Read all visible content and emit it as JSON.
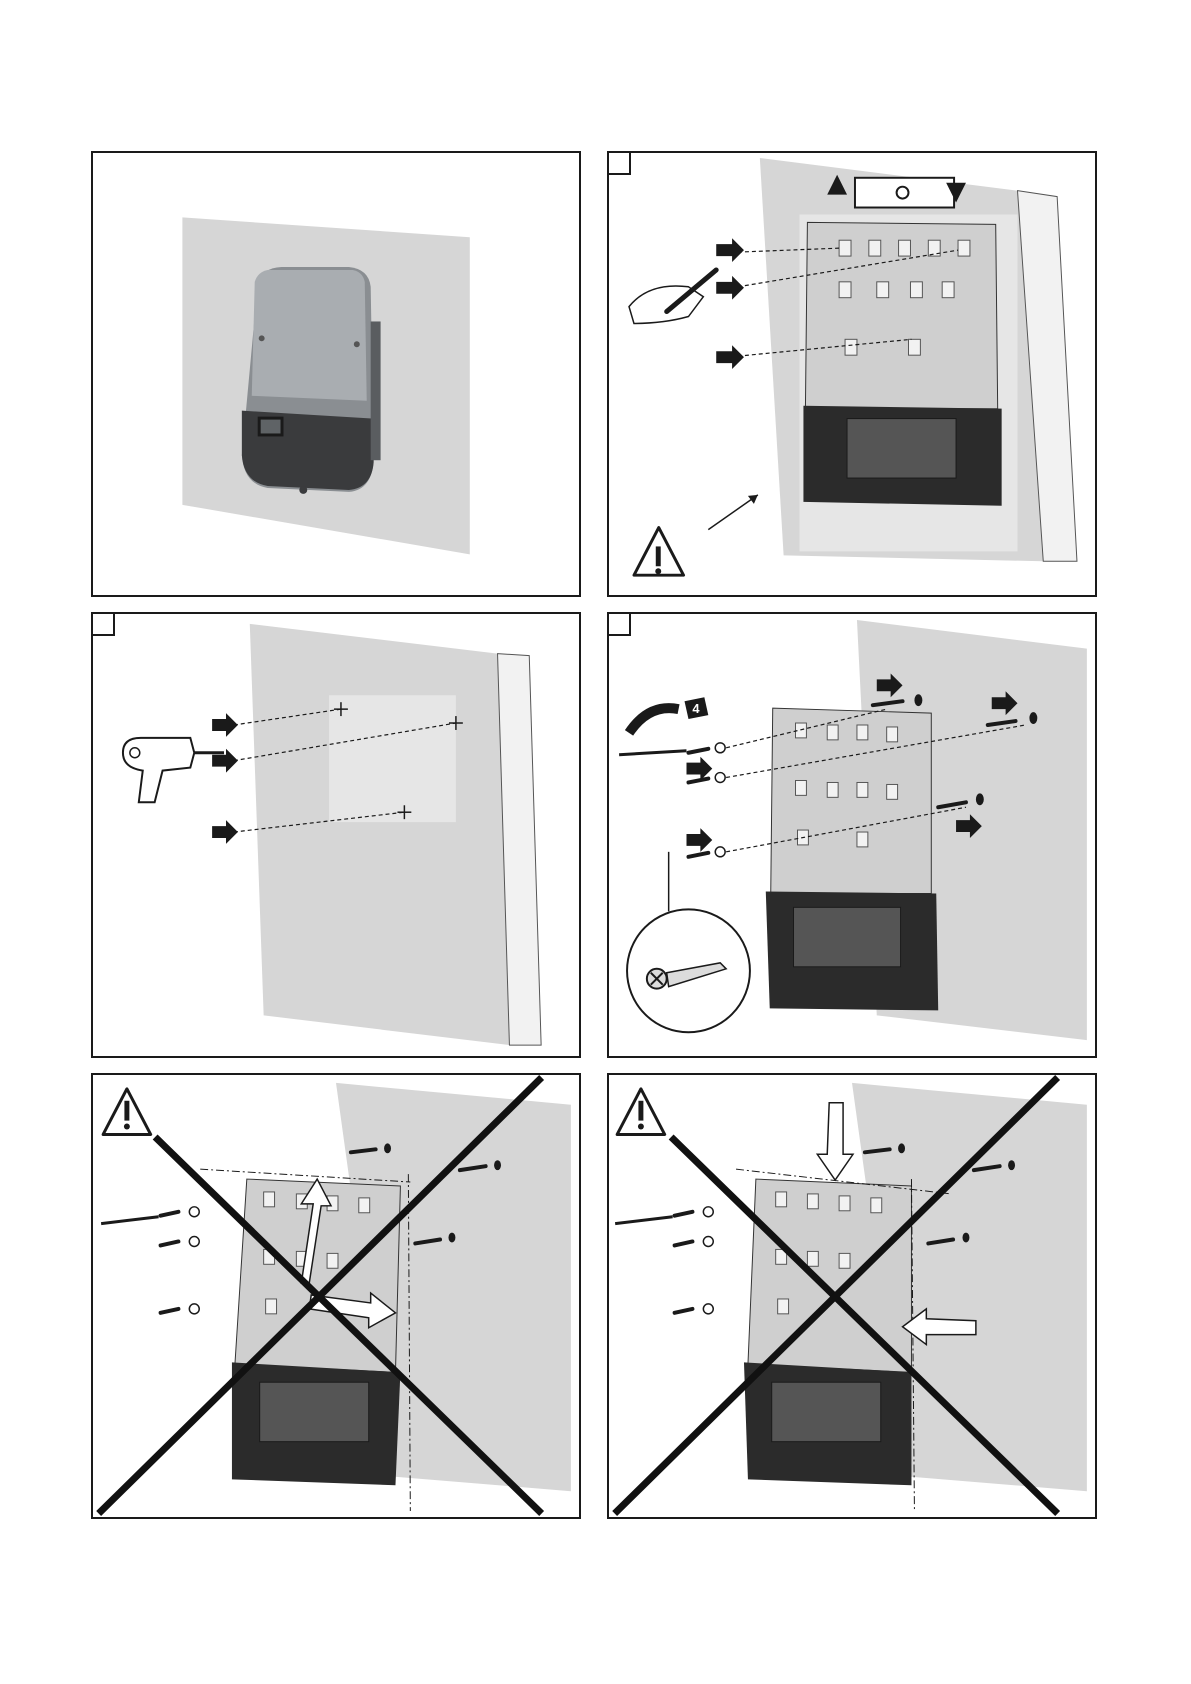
{
  "document": {
    "panels": [
      {
        "id": "mounted-inverter-view",
        "step_marker": false
      },
      {
        "id": "mark-drill-holes",
        "step_marker": true,
        "warning": true
      },
      {
        "id": "drill-holes",
        "step_marker": true
      },
      {
        "id": "fasten-bracket",
        "step_marker": true,
        "torque_value": "4"
      },
      {
        "id": "wrong-mounting-tilted",
        "step_marker": false,
        "warning": true,
        "crossed_out": true
      },
      {
        "id": "wrong-mounting-uneven",
        "step_marker": false,
        "warning": true,
        "crossed_out": true
      }
    ],
    "colors": {
      "wall": "#d6d6d6",
      "wall_edge": "#f2f2f2",
      "bracket": "#cfcfcf",
      "housing": "#8a8e92",
      "base": "#2b2b2b",
      "ink": "#1a1a1a"
    },
    "icons": [
      "warning-triangle-icon",
      "spirit-level-icon",
      "pencil-icon",
      "drill-icon",
      "screwdriver-icon",
      "screw-icon",
      "wall-plug-icon",
      "washer-icon",
      "arrow-icon",
      "cross-out-icon"
    ]
  }
}
